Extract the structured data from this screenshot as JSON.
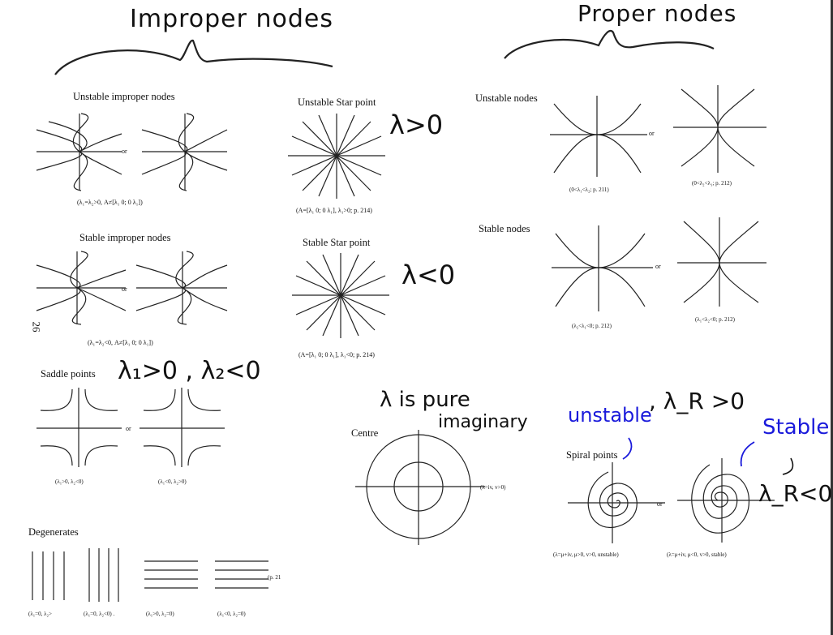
{
  "handwritten": {
    "improper_title": "Improper nodes",
    "proper_title": "Proper nodes",
    "lambda_pos": "λ>0",
    "lambda_neg": "λ<0",
    "saddle_cond": "λ₁>0 , λ₂<0",
    "pure_imag_line1": "λ is pure",
    "pure_imag_line2": "imaginary",
    "unstable": "unstable",
    "lambda_r_pos": ", λ_R >0",
    "stable": "Stable",
    "lambda_r_neg": "λ_R<0"
  },
  "labels": {
    "unstable_improper": "Unstable improper nodes",
    "stable_improper": "Stable improper nodes",
    "unstable_star": "Unstable Star point",
    "stable_star": "Stable Star point",
    "unstable_nodes": "Unstable nodes",
    "stable_nodes": "Stable nodes",
    "saddle": "Saddle points",
    "centre": "Centre",
    "spiral": "Spiral points",
    "degenerates": "Degenerates",
    "or": "or",
    "page_number": "26"
  },
  "captions": {
    "unstable_improper": "(λ₁=λ₂>0, A≠[λ₁ 0; 0 λ₁])",
    "stable_improper": "(λ₁=λ₂<0, A≠[λ₁ 0; 0 λ₁])",
    "unstable_star": "(A=[λ₁ 0; 0 λ₁], λ₁>0; p. 214)",
    "stable_star": "(A=[λ₁ 0; 0 λ₁], λ₁<0; p. 214)",
    "unstable_node_1": "(0<λ₁<λ₂; p. 211)",
    "unstable_node_2": "(0<λ₂<λ₁; p. 212)",
    "stable_node_1": "(λ₂<λ₁<0; p. 212)",
    "stable_node_2": "(λ₁<λ₂<0; p. 212)",
    "saddle_1": "(λ₁>0, λ₂<0)",
    "saddle_2": "(λ₁<0, λ₂>0)",
    "centre": "(λ=iv, v>0)",
    "spiral_1": "(λ=μ+iv, μ>0, v>0, unstable)",
    "spiral_2": "(λ=μ+iv, μ<0, v>0, stable)",
    "degen_1": "(λ₁=0, λ₂>",
    "degen_2": "(λ₁=0, λ₂<0) .",
    "degen_3": "(λ₁>0, λ₂=0)",
    "degen_4": "(λ₁<0, λ₂=0)",
    "degen_page": "(p. 21"
  }
}
